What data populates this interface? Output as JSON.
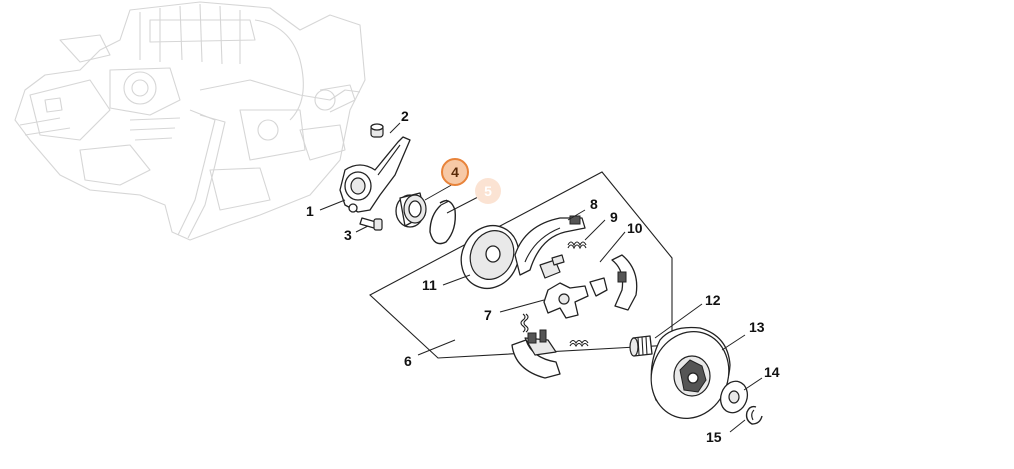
{
  "callouts": [
    {
      "id": "1",
      "label": "1"
    },
    {
      "id": "2",
      "label": "2"
    },
    {
      "id": "3",
      "label": "3"
    },
    {
      "id": "4",
      "label": "4",
      "highlight": "strong"
    },
    {
      "id": "5",
      "label": "5",
      "highlight": "light"
    },
    {
      "id": "6",
      "label": "6"
    },
    {
      "id": "7",
      "label": "7"
    },
    {
      "id": "8",
      "label": "8"
    },
    {
      "id": "9",
      "label": "9"
    },
    {
      "id": "10",
      "label": "10"
    },
    {
      "id": "11",
      "label": "11"
    },
    {
      "id": "12",
      "label": "12"
    },
    {
      "id": "13",
      "label": "13"
    },
    {
      "id": "14",
      "label": "14"
    },
    {
      "id": "15",
      "label": "15"
    }
  ],
  "colors": {
    "highlight_strong_fill": "#f7c9a6",
    "highlight_strong_stroke": "#e8833a",
    "highlight_light_fill": "#fbe3d3",
    "highlight_text_strong": "#5a2a08",
    "highlight_text_light": "#ffffff",
    "ghost_stroke": "#d6d6d6",
    "line": "#222222"
  }
}
